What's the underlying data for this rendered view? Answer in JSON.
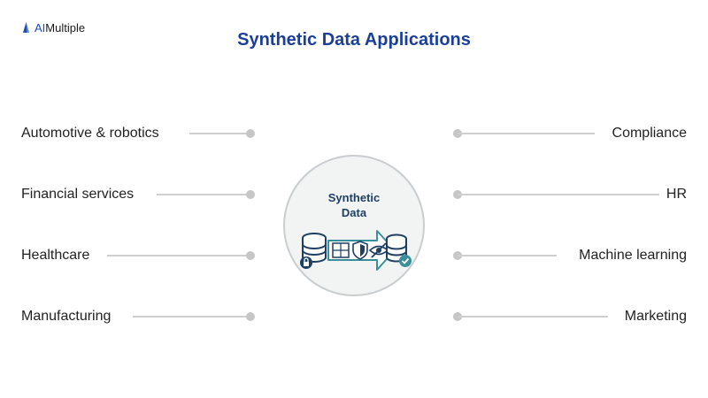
{
  "brand": {
    "prefix": "AI",
    "suffix": "Multiple"
  },
  "title": "Synthetic Data Applications",
  "hub": {
    "line1": "Synthetic",
    "line2": "Data"
  },
  "left_items": [
    "Automotive & robotics",
    "Financial services",
    "Healthcare",
    "Manufacturing"
  ],
  "right_items": [
    "Compliance",
    "HR",
    "Machine learning",
    "Marketing"
  ],
  "colors": {
    "title": "#1b3f99",
    "hub_text": "#1f3f63",
    "connector": "#cfcfcf",
    "icon_accent": "#3a8f9b"
  },
  "icons": [
    "database-lock-icon",
    "spreadsheet-icon",
    "shield-icon",
    "eye-slash-icon",
    "arrow-right-icon",
    "database-check-icon"
  ]
}
